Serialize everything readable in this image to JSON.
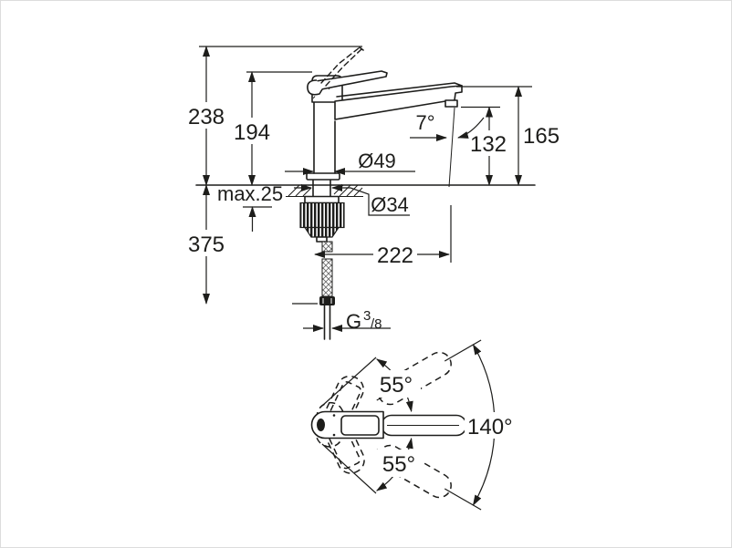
{
  "diagram": {
    "background": "#ffffff",
    "line_color": "#1d1d1b",
    "front_view": {
      "dim_total_height": "238",
      "dim_body_height": "194",
      "dim_spout_angle": "7°",
      "dim_outlet_height": "132",
      "dim_spout_top_height": "165",
      "dim_body_diameter": "Ø49",
      "dim_max_deck_thickness": "max.25",
      "dim_hole_diameter": "Ø34",
      "dim_below_deck_length": "375",
      "dim_spout_reach": "222",
      "thread": {
        "base": "G",
        "numerator": "3",
        "denominator": "/8"
      }
    },
    "top_view": {
      "dim_swivel_upper": "55°",
      "dim_swivel_total": "140°",
      "dim_swivel_lower": "55°"
    }
  }
}
